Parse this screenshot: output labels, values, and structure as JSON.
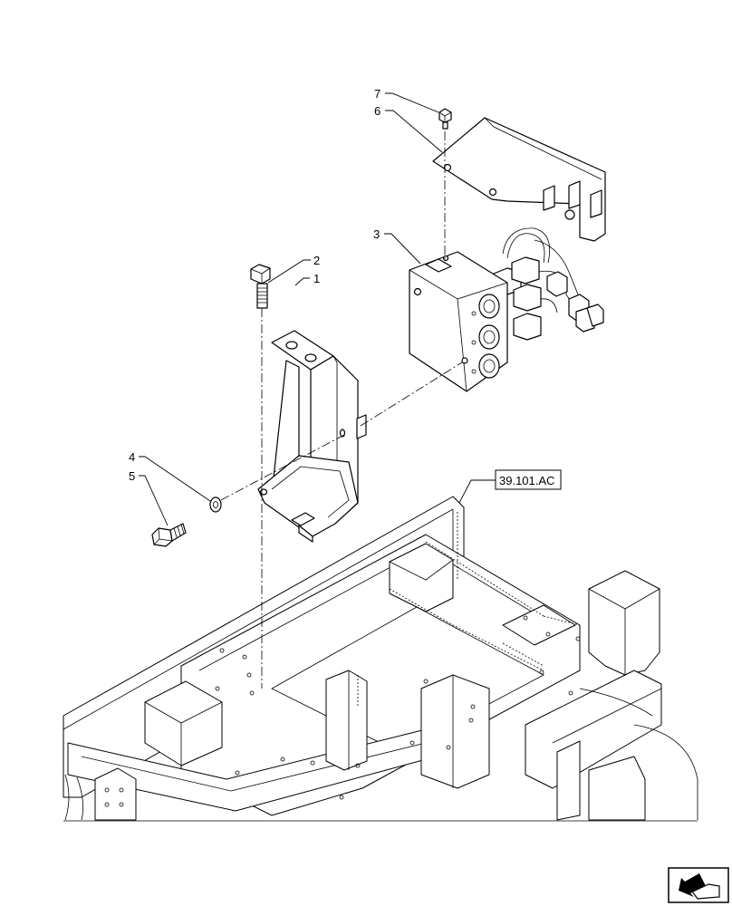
{
  "callouts": [
    {
      "id": "1",
      "label": "1"
    },
    {
      "id": "2",
      "label": "2"
    },
    {
      "id": "3",
      "label": "3"
    },
    {
      "id": "4",
      "label": "4"
    },
    {
      "id": "5",
      "label": "5"
    },
    {
      "id": "6",
      "label": "6"
    },
    {
      "id": "7",
      "label": "7"
    }
  ],
  "reference": {
    "label": "39.101.AC"
  },
  "navigation": {
    "icon": "arrow-icon"
  }
}
